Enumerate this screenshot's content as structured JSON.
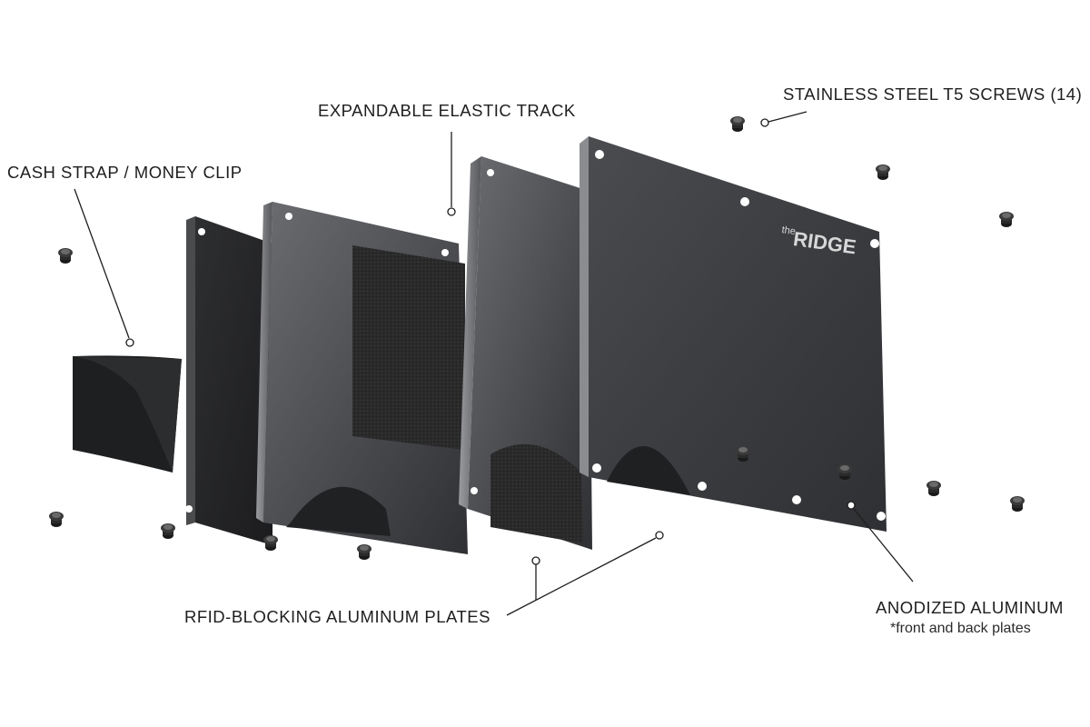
{
  "labels": {
    "screws": "STAINLESS STEEL T5 SCREWS (14)",
    "elastic": "EXPANDABLE ELASTIC TRACK",
    "cash": "CASH STRAP / MONEY CLIP",
    "rfid": "RFID-BLOCKING ALUMINUM PLATES",
    "anodized": "ANODIZED ALUMINUM",
    "anodized_sub": "*front and back plates"
  },
  "logo": {
    "small": "the",
    "big": "RIDGE"
  },
  "colors": {
    "background": "#ffffff",
    "plate_dark": "#3a3b3d",
    "plate_mid": "#55575a",
    "plate_light": "#8a8c8f",
    "elastic": "#2c2c2c",
    "leader_line": "#1e1e1e"
  }
}
